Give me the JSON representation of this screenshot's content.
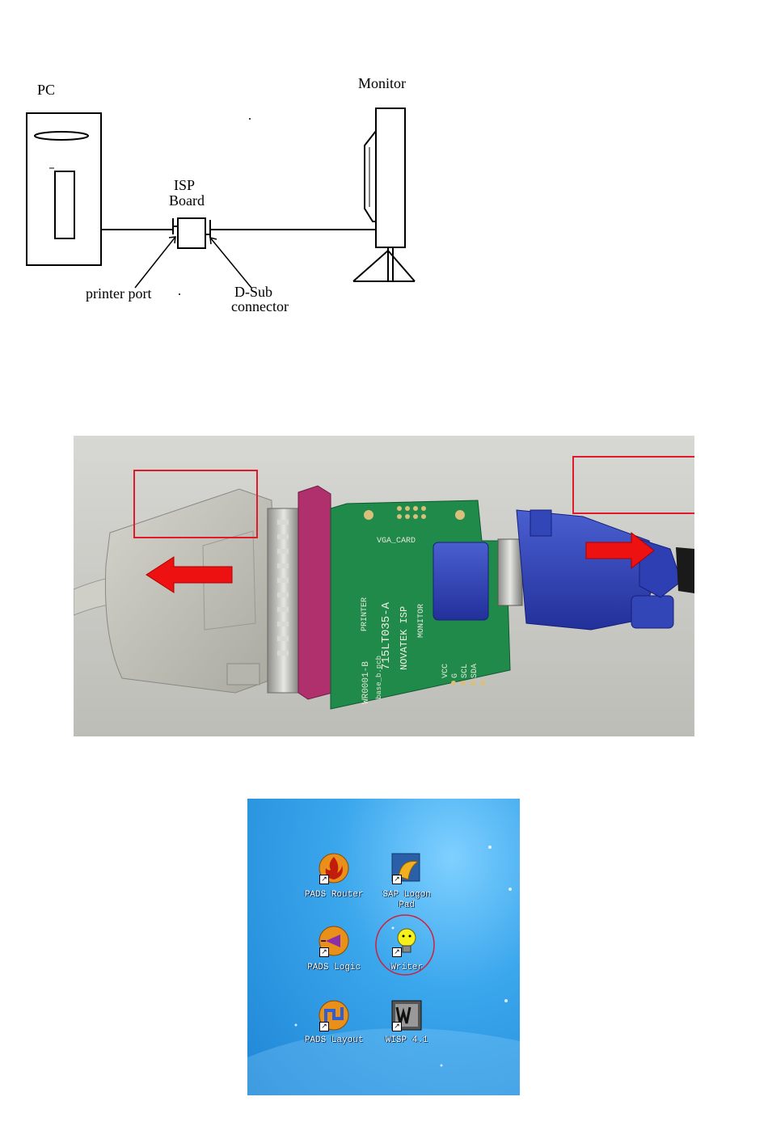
{
  "diagram": {
    "pc_label": "PC",
    "monitor_label": "Monitor",
    "isp_label_line1": "ISP",
    "isp_label_line2": "Board",
    "printer_port_label": "printer port",
    "dsub_label_line1": "D-Sub",
    "dsub_label_line2": "connector"
  },
  "photo": {
    "board_text": {
      "vga_card": "VGA_CARD",
      "printer": "PRINTER",
      "model": "715LT035-A",
      "maker": "NOVATEK ISP",
      "board_id": "WR0001-B",
      "pcb_name": "base_b.pcb",
      "monitor": "MONITOR",
      "pins": [
        "VCC",
        "G",
        "SCL",
        "SDA"
      ]
    },
    "colors": {
      "arrow": "#ee1111",
      "highlight_box": "#e01a2a",
      "pcb": "#1f8a4a",
      "vga_connector": "#2b3fb0",
      "parallel_connector": "#b0306e"
    }
  },
  "desktop": {
    "icons": [
      {
        "name": "PADS Router",
        "icon": "fire-icon"
      },
      {
        "name": "SAP Logon Pad",
        "icon": "sap-logon-icon"
      },
      {
        "name": "PADS Logic",
        "icon": "pads-logic-icon"
      },
      {
        "name": "Writer",
        "icon": "lightbulb-icon"
      },
      {
        "name": "PADS Layout",
        "icon": "pads-layout-icon"
      },
      {
        "name": "WISP 4.1",
        "icon": "wisp-icon"
      }
    ],
    "sap_label_line1": "SAP Logon",
    "sap_label_line2": "Pad",
    "highlight_color": "#d0203c"
  }
}
